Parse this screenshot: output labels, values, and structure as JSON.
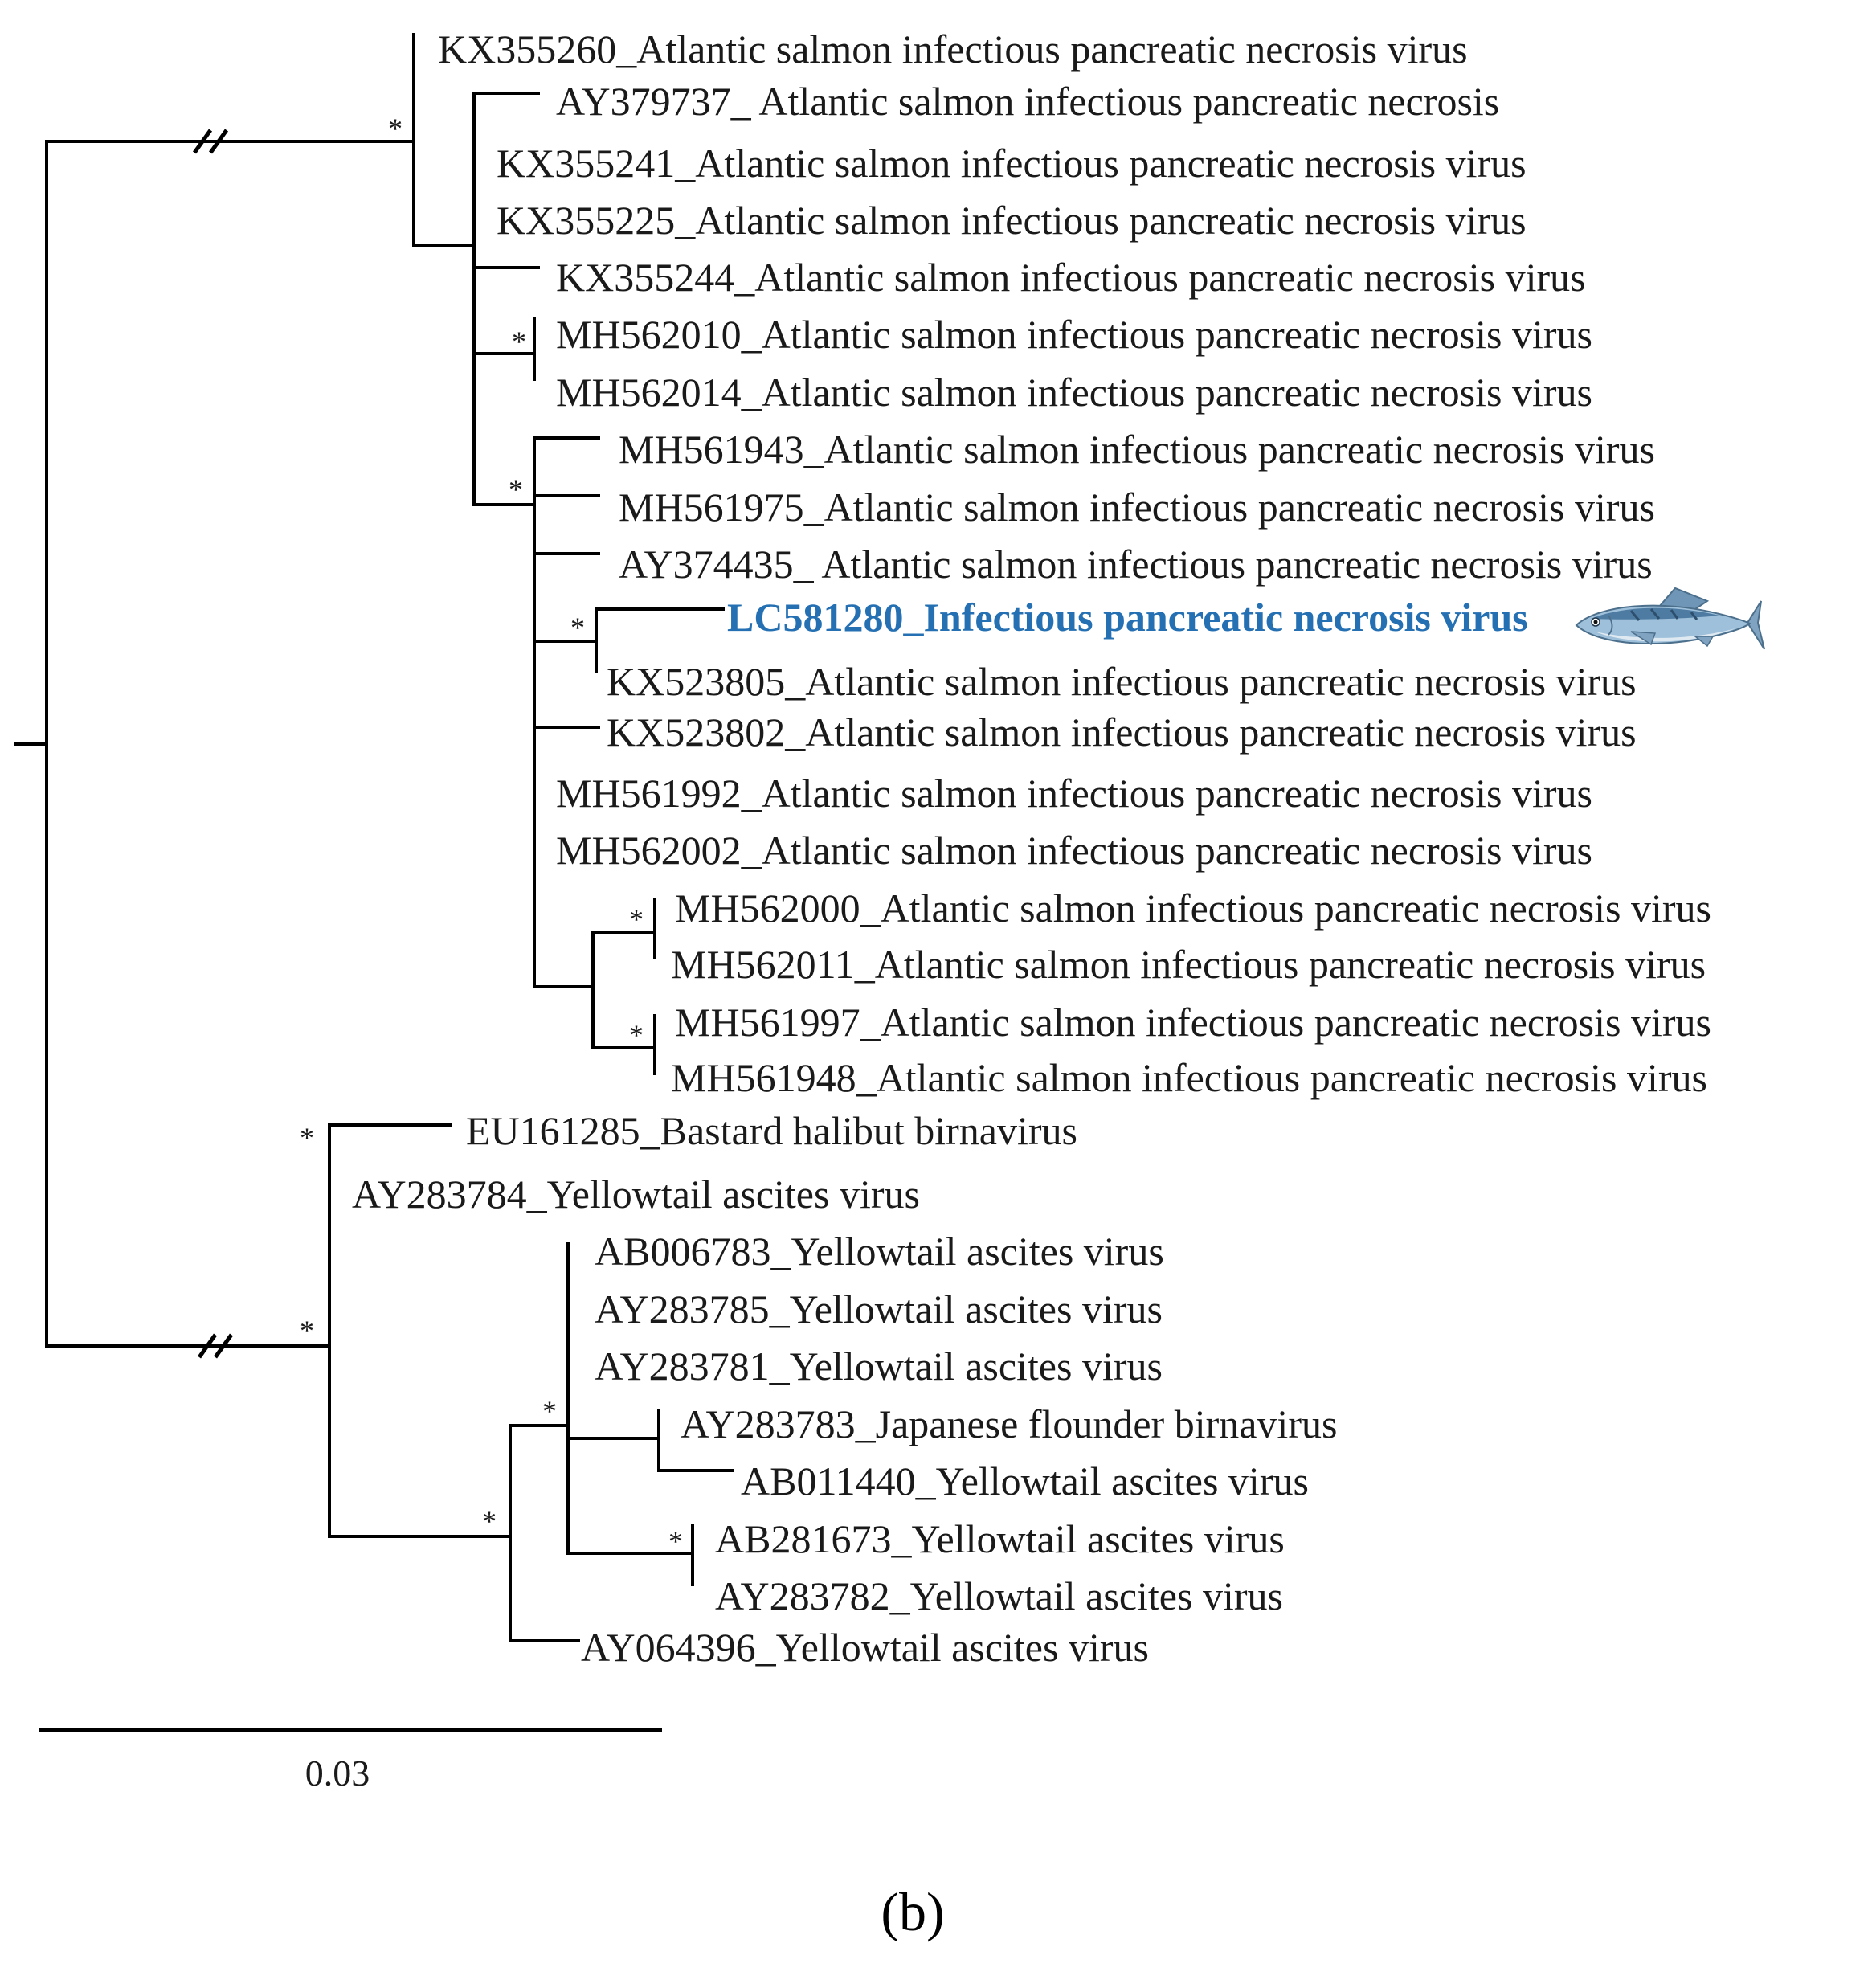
{
  "tree": {
    "leaves": [
      {
        "id": "KX355260",
        "label": "KX355260_Atlantic salmon infectious pancreatic necrosis virus"
      },
      {
        "id": "AY379737",
        "label": "AY379737_ Atlantic salmon infectious pancreatic necrosis"
      },
      {
        "id": "KX355241",
        "label": "KX355241_Atlantic salmon infectious pancreatic necrosis virus"
      },
      {
        "id": "KX355225",
        "label": "KX355225_Atlantic salmon infectious pancreatic necrosis virus"
      },
      {
        "id": "KX355244",
        "label": "KX355244_Atlantic salmon infectious pancreatic necrosis virus"
      },
      {
        "id": "MH562010",
        "label": "MH562010_Atlantic salmon infectious pancreatic necrosis virus"
      },
      {
        "id": "MH562014",
        "label": "MH562014_Atlantic salmon infectious pancreatic necrosis virus"
      },
      {
        "id": "MH561943",
        "label": "MH561943_Atlantic salmon infectious pancreatic necrosis virus"
      },
      {
        "id": "MH561975",
        "label": "MH561975_Atlantic salmon infectious pancreatic necrosis virus"
      },
      {
        "id": "AY374435",
        "label": "AY374435_ Atlantic salmon infectious pancreatic necrosis virus"
      },
      {
        "id": "LC581280",
        "label": "LC581280_Infectious pancreatic necrosis virus",
        "highlight": true
      },
      {
        "id": "KX523805",
        "label": "KX523805_Atlantic salmon infectious pancreatic necrosis virus"
      },
      {
        "id": "KX523802",
        "label": "KX523802_Atlantic salmon infectious pancreatic necrosis virus"
      },
      {
        "id": "MH561992",
        "label": "MH561992_Atlantic salmon infectious pancreatic necrosis virus"
      },
      {
        "id": "MH562002",
        "label": "MH562002_Atlantic salmon infectious pancreatic necrosis virus"
      },
      {
        "id": "MH562000",
        "label": "MH562000_Atlantic salmon infectious pancreatic necrosis virus"
      },
      {
        "id": "MH562011",
        "label": "MH562011_Atlantic salmon infectious pancreatic necrosis virus"
      },
      {
        "id": "MH561997",
        "label": "MH561997_Atlantic salmon infectious pancreatic necrosis virus"
      },
      {
        "id": "MH561948",
        "label": "MH561948_Atlantic salmon infectious pancreatic necrosis virus"
      },
      {
        "id": "EU161285",
        "label": "EU161285_Bastard halibut birnavirus"
      },
      {
        "id": "AY283784",
        "label": "AY283784_Yellowtail ascites virus"
      },
      {
        "id": "AB006783",
        "label": "AB006783_Yellowtail ascites virus"
      },
      {
        "id": "AY283785",
        "label": "AY283785_Yellowtail ascites virus"
      },
      {
        "id": "AY283781",
        "label": "AY283781_Yellowtail ascites virus"
      },
      {
        "id": "AY283783",
        "label": "AY283783_Japanese flounder birnavirus"
      },
      {
        "id": "AB011440",
        "label": "AB011440_Yellowtail ascites virus"
      },
      {
        "id": "AB281673",
        "label": "AB281673_Yellowtail ascites virus"
      },
      {
        "id": "AY283782",
        "label": "AY283782_Yellowtail ascites virus"
      },
      {
        "id": "AY064396",
        "label": "AY064396_Yellowtail ascites virus"
      }
    ],
    "support_symbol": "*",
    "highlight_color": "#2470b3",
    "highlight_icon": "fish-icon"
  },
  "scale_bar": {
    "value": 0.03,
    "label": "0.03"
  },
  "panel_label": "(b)"
}
